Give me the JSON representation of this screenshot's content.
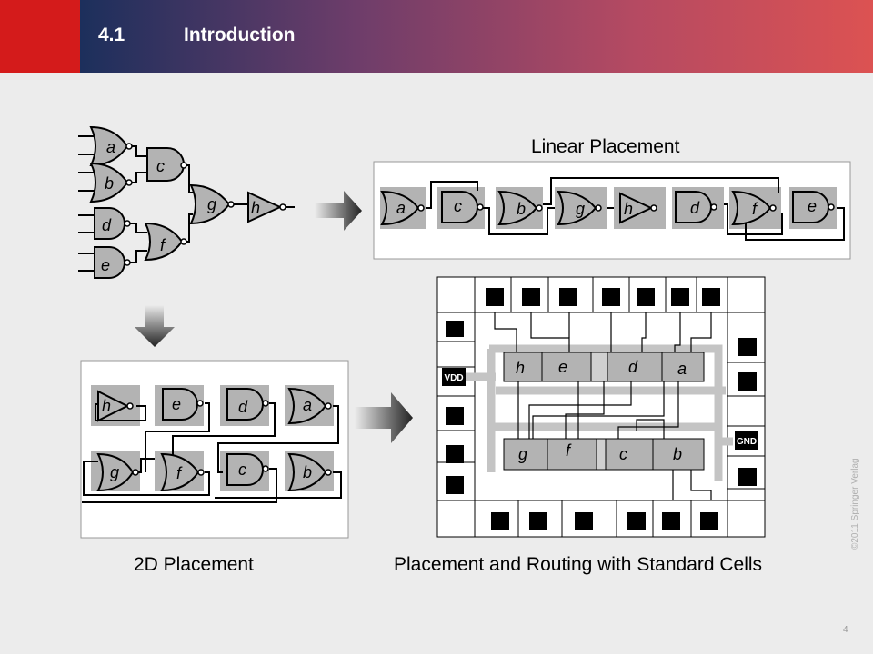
{
  "header": {
    "section_number": "4.1",
    "section_title": "Introduction"
  },
  "captions": {
    "linear": "Linear Placement",
    "twod": "2D Placement",
    "routing": "Placement and Routing with Standard Cells"
  },
  "gate_labels": [
    "a",
    "b",
    "c",
    "d",
    "e",
    "f",
    "g",
    "h"
  ],
  "linear_order": [
    "a",
    "c",
    "b",
    "g",
    "h",
    "d",
    "f",
    "e"
  ],
  "twod_rows": [
    [
      "h",
      "e",
      "d",
      "a"
    ],
    [
      "g",
      "f",
      "c",
      "b"
    ]
  ],
  "routing_rows": [
    [
      "h",
      "e",
      "d",
      "a"
    ],
    [
      "g",
      "f",
      "c",
      "b"
    ]
  ],
  "pads": {
    "vdd": "VDD",
    "gnd": "GND"
  },
  "copyright": "©2011 Springer Verlag",
  "page_number": "4",
  "colors": {
    "gate_fill": "#b3b3b3",
    "box_border": "#999999",
    "header_red": "#d41b1b"
  }
}
